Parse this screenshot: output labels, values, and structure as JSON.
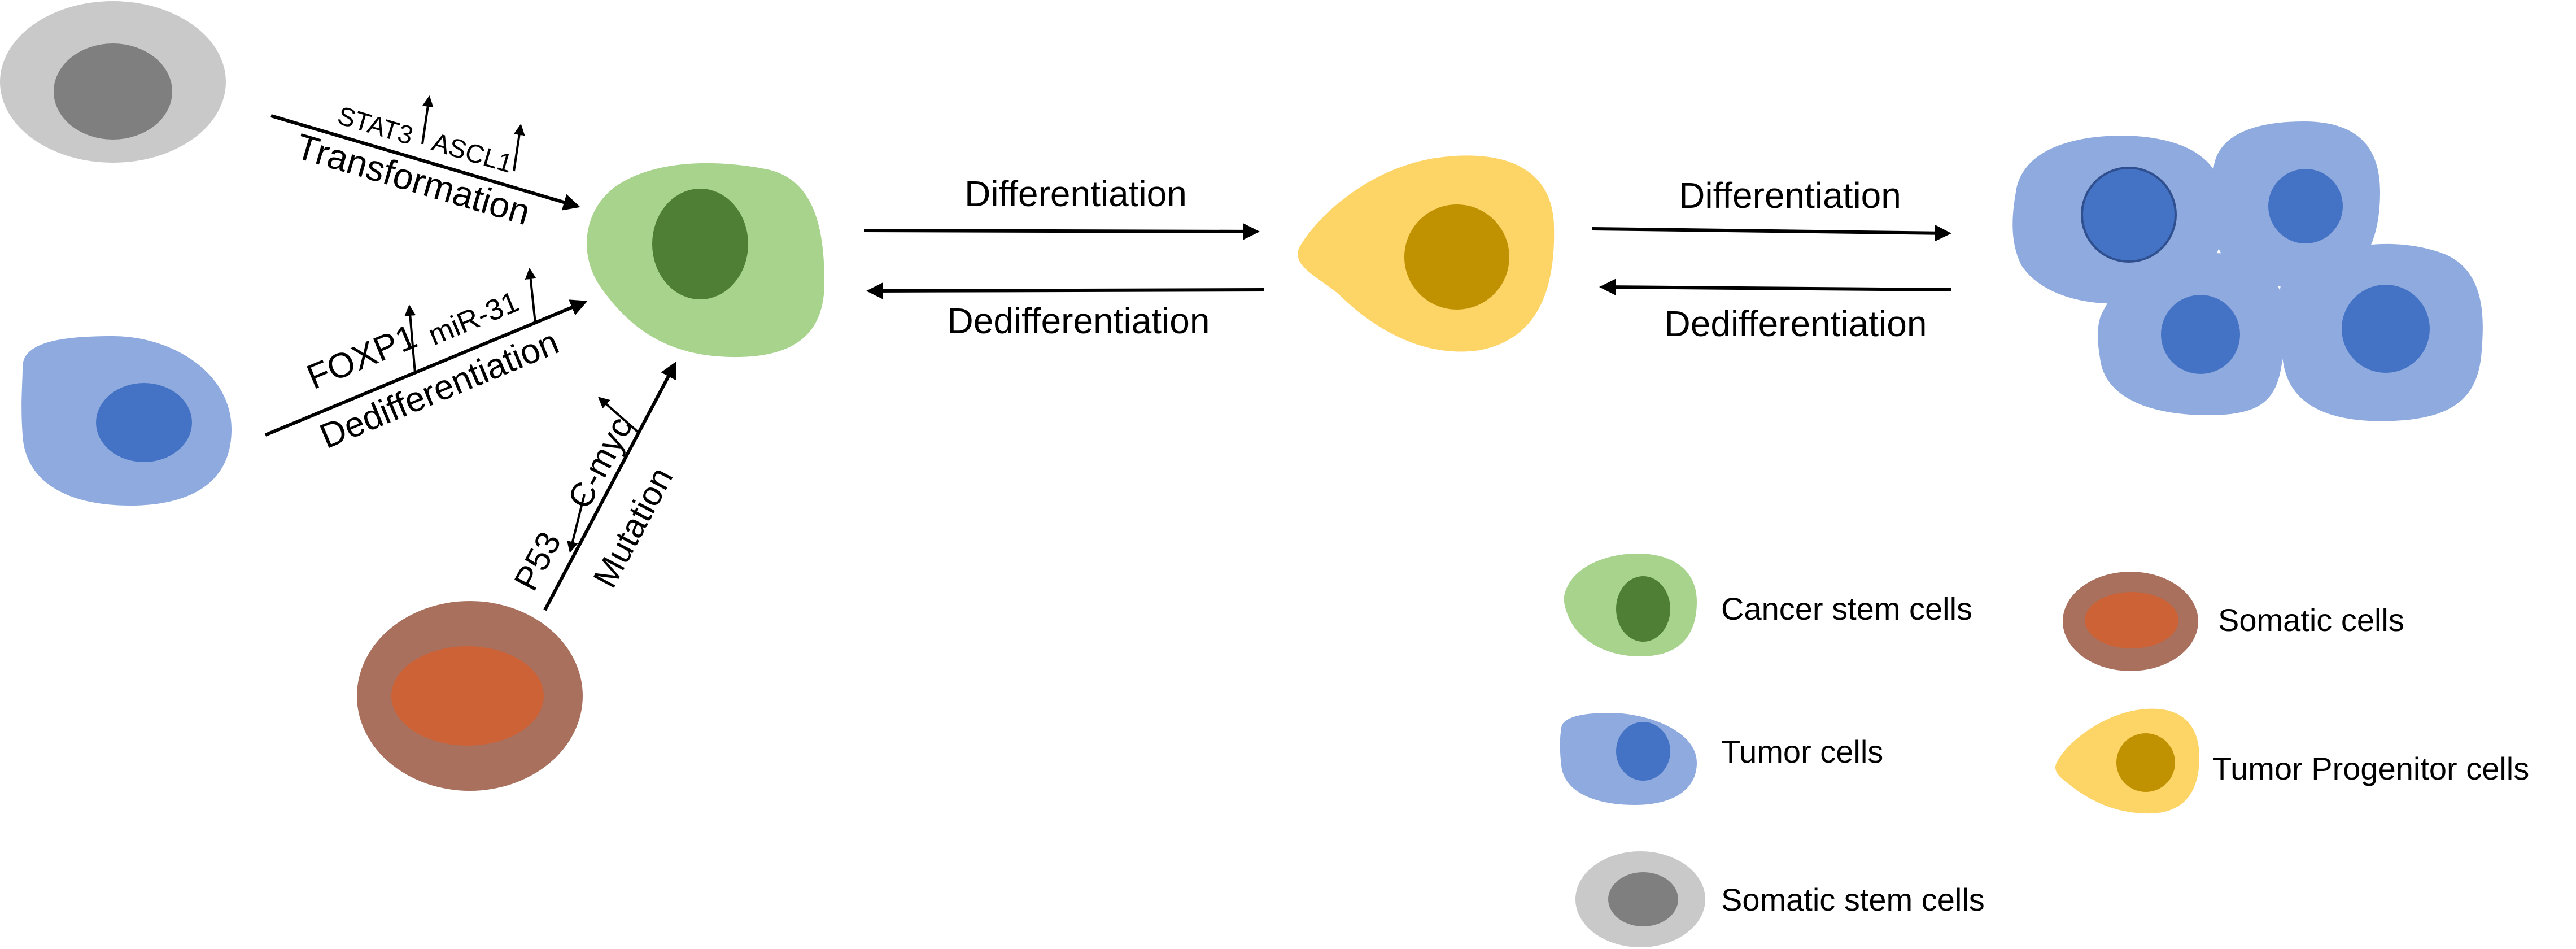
{
  "colors": {
    "cancer_stem": {
      "outer": "#a8d38c",
      "inner": "#4e7f34"
    },
    "tumor": {
      "outer": "#8eaade",
      "inner": "#4472c4"
    },
    "somatic_stem": {
      "outer": "#c9c9c9",
      "inner": "#7f7f7f"
    },
    "somatic": {
      "outer": "#a9705e",
      "inner": "#cc6236"
    },
    "progenitor": {
      "outer": "#fdd466",
      "inner": "#c09100"
    },
    "arrow": "#000000"
  },
  "pathways": {
    "transformation": {
      "factor_left": "STAT3",
      "factor_right": "ASCL1",
      "process": "Transformation"
    },
    "dedifferentiation": {
      "factor_left": "FOXP1",
      "factor_right": "miR-31",
      "process": "Dedifferentiation"
    },
    "mutation": {
      "factor_left": "P53",
      "factor_right": "C-myc",
      "process": "Mutation"
    }
  },
  "flow": {
    "csc_to_progenitor": {
      "forward": "Differentiation",
      "backward": "Dedifferentiation"
    },
    "progenitor_to_tumor": {
      "forward": "Differentiation",
      "backward": "Dedifferentiation"
    }
  },
  "legend": {
    "cancer_stem": "Cancer stem cells",
    "tumor": "Tumor cells",
    "somatic_stem": "Somatic stem cells",
    "somatic": "Somatic cells",
    "progenitor": "Tumor Progenitor cells"
  }
}
